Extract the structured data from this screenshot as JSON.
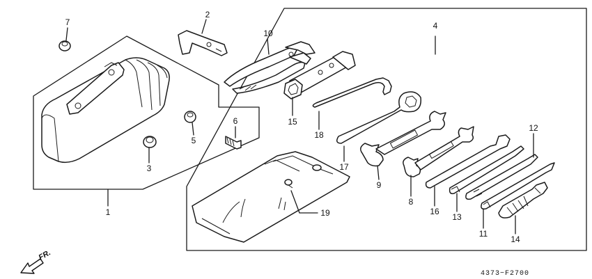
{
  "callouts": {
    "c1": "1",
    "c2": "2",
    "c3": "3",
    "c4": "4",
    "c5": "5",
    "c6": "6",
    "c7": "7",
    "c8": "8",
    "c9": "9",
    "c10": "10",
    "c11": "11",
    "c12": "12",
    "c13": "13",
    "c14": "14",
    "c15": "15",
    "c16": "16",
    "c17": "17",
    "c18": "18",
    "c19": "19"
  },
  "direction_label": "FR.",
  "drawing_code": "4373−F2700"
}
